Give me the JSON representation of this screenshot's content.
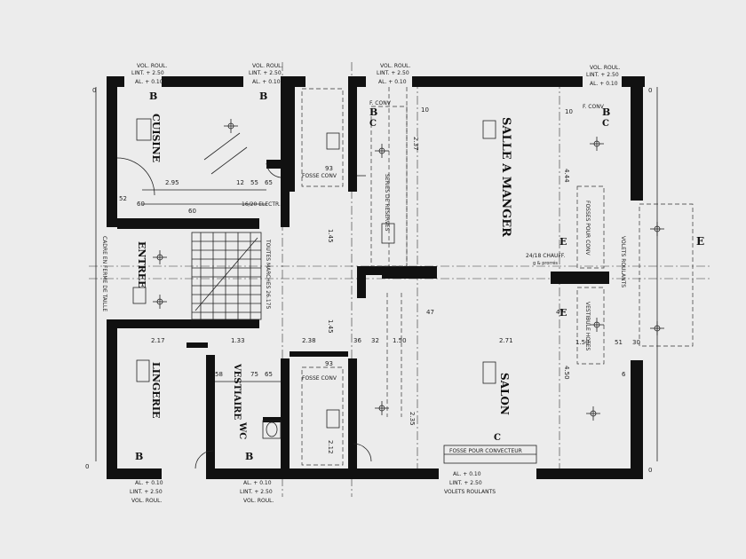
{
  "rooms": {
    "cuisine": "CUISINE",
    "entree": "ENTREE",
    "lingerie": "LINGERIE",
    "vestiaire": "VESTIAIRE",
    "wc": "WC",
    "salle_a_manger": "SALLE A MANGER",
    "salon": "SALON"
  },
  "top_labels": {
    "vol_roul": "VOL. ROUL.",
    "lint_250": "LINT. + 2.50",
    "al_010": "AL. + 0.10"
  },
  "bottom_labels": {
    "vol_roul": "VOL. ROUL.",
    "lint_250": "LINT. + 2.50",
    "al_010": "AL. + 0.10",
    "volets_roulants": "VOLETS ROULANTS"
  },
  "notes": {
    "fosse_conv": "FOSSE CONV",
    "f_conv": "F. CONV",
    "fosse_pour_convecteur": "FOSSE POUR CONVECTEUR",
    "series_de_reserves": "SERIES DE RESERVES",
    "vestibule_hotes": "VESTIBULE HOTES",
    "volets_roulants_side": "VOLETS ROULANTS",
    "fosses_pour_conv": "FOSSES POUR CONV",
    "toutes_marches": "TOUTES MARCHES 26.175",
    "cadre_fermeture": "CADRE EN FERME DE TAILLE",
    "chauffage": "24/18 CHAUFF.",
    "plans": "g & prorrés",
    "elec": "16/20 ELECTR.",
    "letter_e": "E",
    "letter_b": "B",
    "letter_c": "C"
  },
  "dims": {
    "d295": "2.95",
    "d60a": "60",
    "d60b": "60",
    "d12": "12",
    "d55": "55",
    "d65": "65",
    "d52": "52",
    "d217": "2.17",
    "d133": "1.33",
    "d238": "2.38",
    "d271": "2.71",
    "d150": "1.50",
    "d36": "36",
    "d32": "32",
    "d51": "51",
    "d30": "30",
    "d237": "2.37",
    "d235": "2.35",
    "d444": "4.44",
    "d450": "4.50",
    "d47a": "47",
    "d47b": "47",
    "d145a": "1.45",
    "d145b": "1.45",
    "d212": "2.12",
    "d58": "58",
    "d75": "75",
    "d93": "93",
    "d10a": "10",
    "d10b": "10",
    "d6": "6",
    "d0": "0"
  }
}
